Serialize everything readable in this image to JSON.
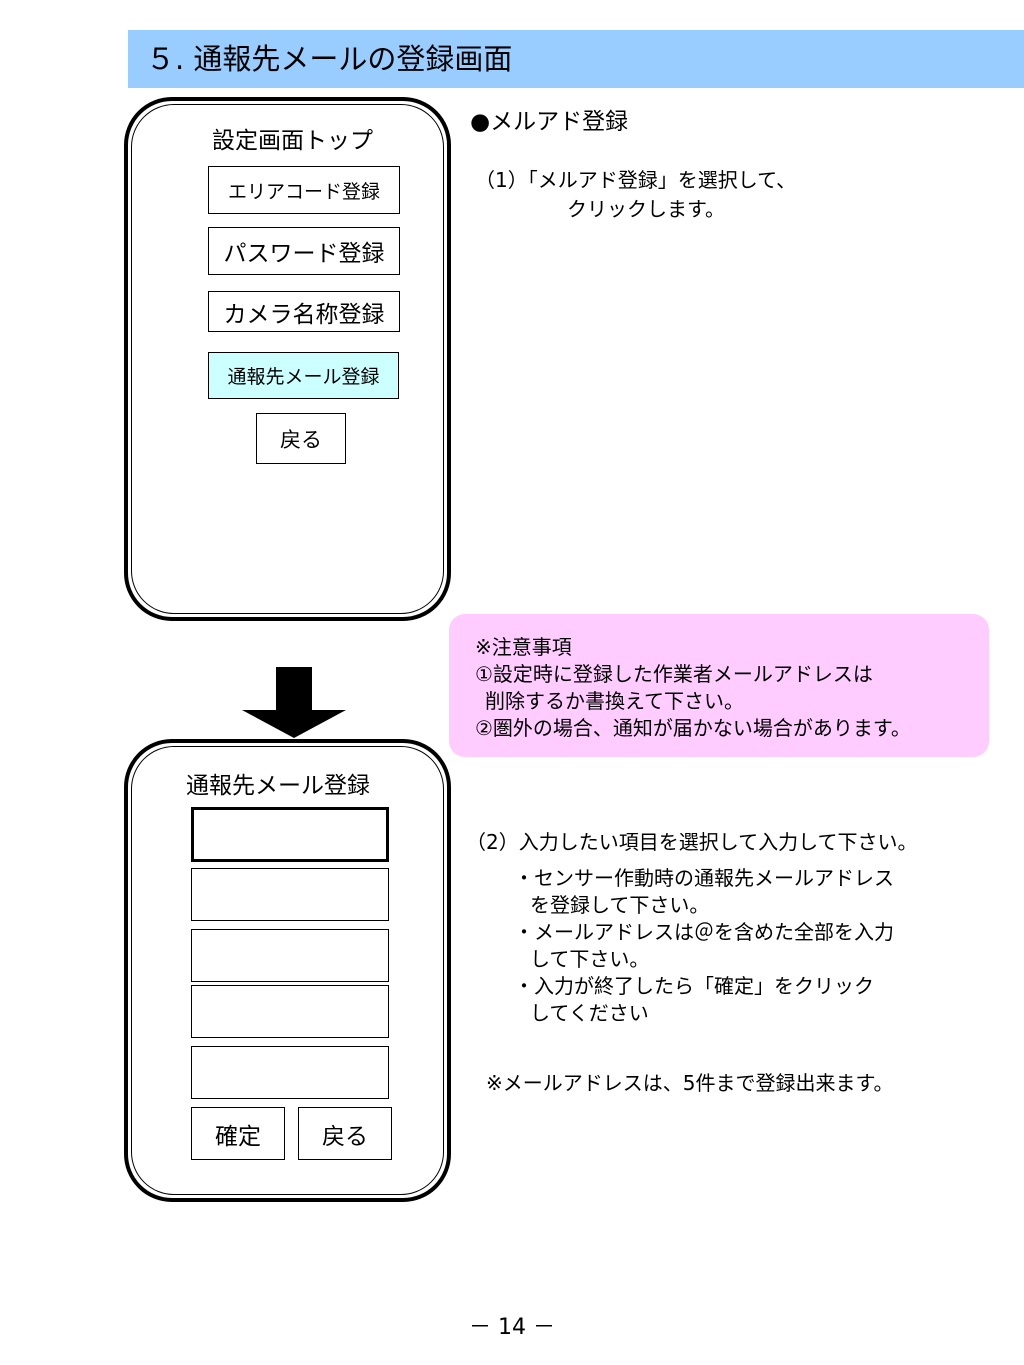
{
  "header": {
    "title": "５. 通報先メールの登録画面"
  },
  "screen1": {
    "title": "設定画面トップ",
    "buttons": {
      "area_code": "エリアコード登録",
      "password": "パスワード登録",
      "camera_name": "カメラ名称登録",
      "notify_mail": "通報先メール登録",
      "back": "戻る"
    }
  },
  "screen2": {
    "title": "通報先メール登録",
    "fields_count": 5,
    "buttons": {
      "confirm": "確定",
      "back": "戻る"
    }
  },
  "instructions": {
    "heading": "●メルアド登録",
    "step1_line1": "（1）「メルアド登録」を選択して、",
    "step1_line2": "クリックします。",
    "step2_heading": "（2）入力したい項目を選択して入力して下さい。",
    "step2_b1_l1": "・センサー作動時の通報先メールアドレス",
    "step2_b1_l2": "を登録して下さい。",
    "step2_b2_l1": "・メールアドレスは＠を含めた全部を入力",
    "step2_b2_l2": "して下さい。",
    "step2_b3_l1": "・入力が終了したら「確定」をクリック",
    "step2_b3_l2": "してください",
    "footnote": "※メールアドレスは、5件まで登録出来ます。"
  },
  "caution": {
    "title": "※注意事項",
    "line1": "①設定時に登録した作業者メールアドレスは",
    "line2": "削除するか書換えて下さい。",
    "line3": "②圏外の場合、通知が届かない場合があります。"
  },
  "footer": {
    "page_number": "－ 14 －"
  },
  "colors": {
    "banner": "#99ccff",
    "selected_button": "#ccffff",
    "caution_box": "#ffccff"
  }
}
